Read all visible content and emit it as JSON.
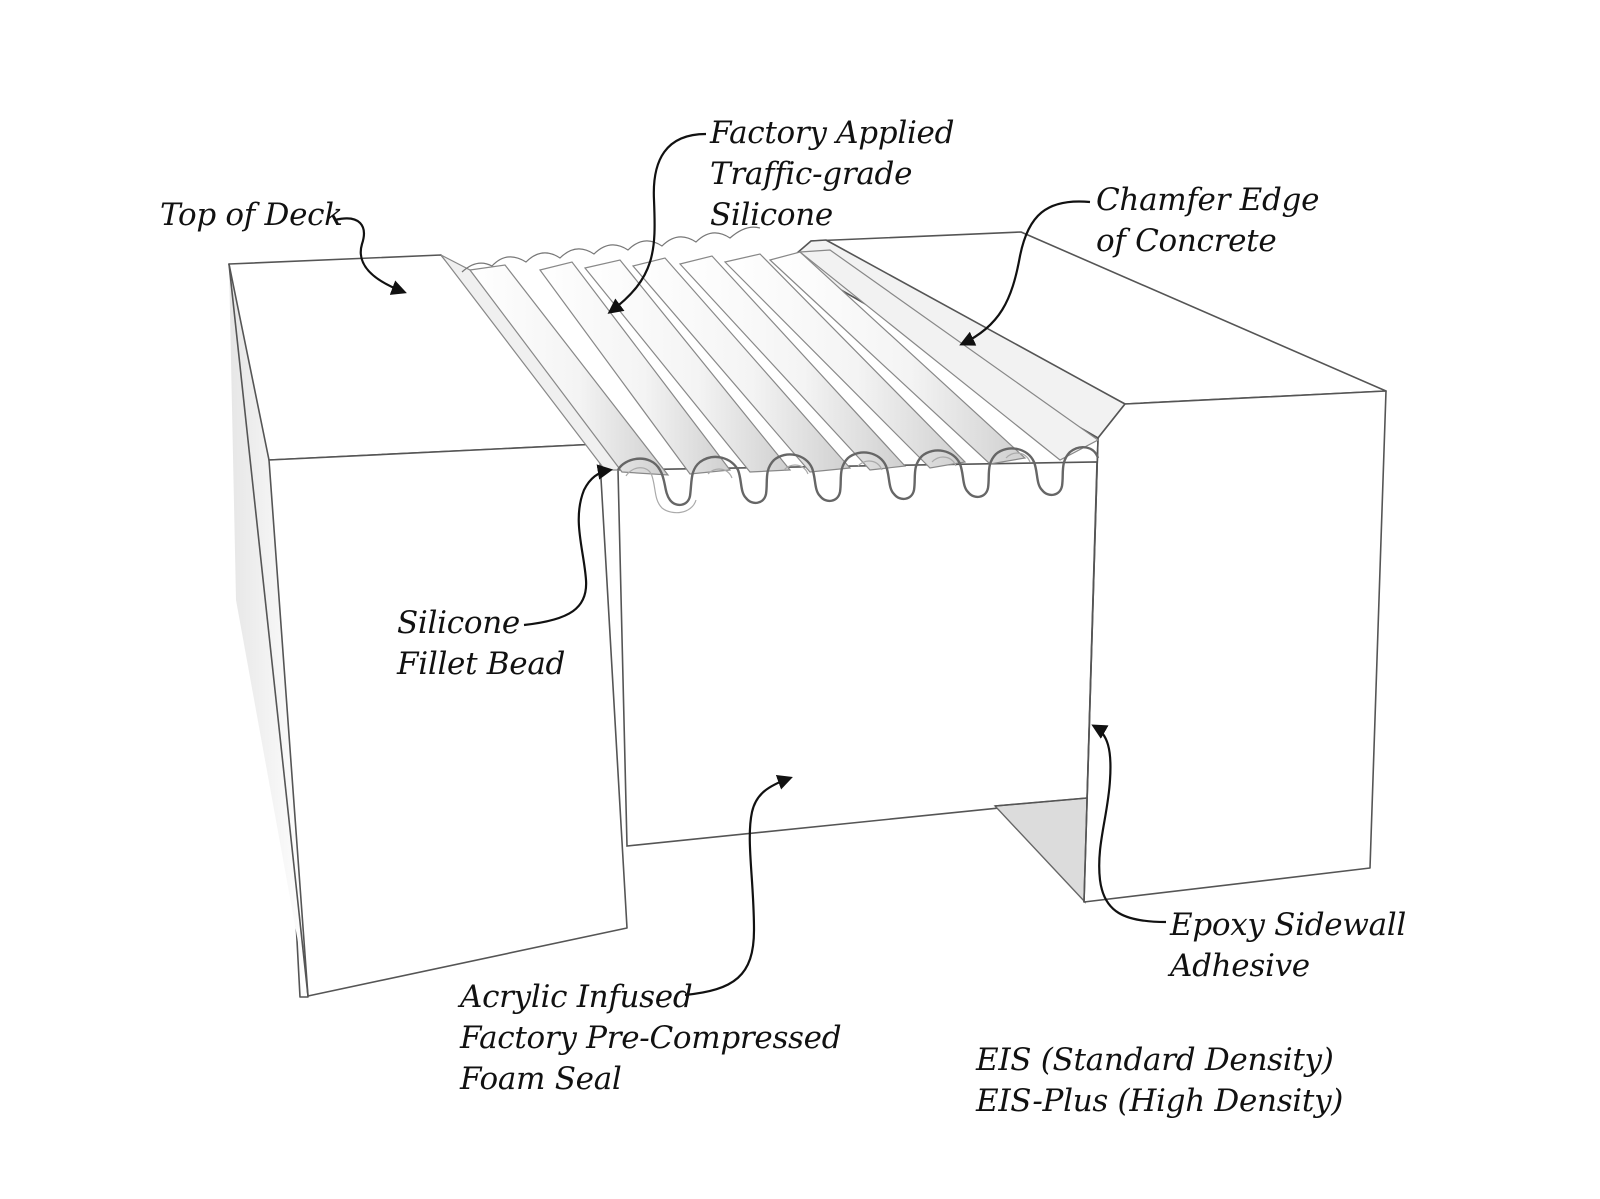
{
  "diagram": {
    "title": "Expansion joint seal cross-section",
    "colors": {
      "line": "#555555",
      "arrow": "#111111",
      "shade": "#d9d9d9",
      "text": "#111111",
      "background": "#ffffff"
    },
    "labels": {
      "top_of_deck": [
        "Top of Deck"
      ],
      "factory_silicone": [
        "Factory Applied",
        "Traffic-grade",
        "Silicone"
      ],
      "chamfer_edge": [
        "Chamfer Edge",
        "of Concrete"
      ],
      "fillet_bead": [
        "Silicone",
        "Fillet Bead"
      ],
      "foam_seal": [
        "Acrylic Infused",
        "Factory Pre-Compressed",
        "Foam Seal"
      ],
      "epoxy_adhesive": [
        "Epoxy Sidewall",
        "Adhesive"
      ],
      "product_names": [
        "EIS (Standard Density)",
        "EIS-Plus (High Density)"
      ]
    },
    "seal_bellows_count": 8
  }
}
